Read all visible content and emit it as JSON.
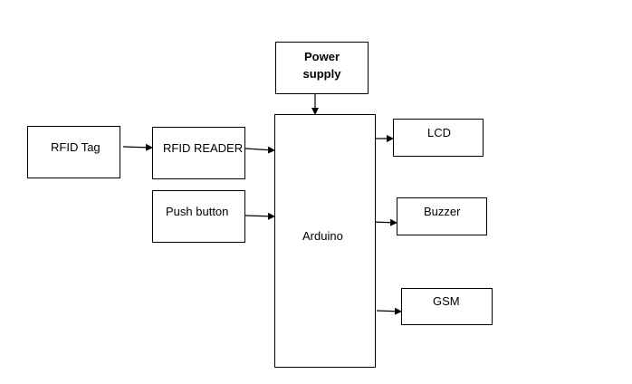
{
  "blocks": {
    "power_supply": "Power\nsupply",
    "rfid_tag": "RFID Tag",
    "rfid_reader": "RFID READER",
    "push_button": "Push button",
    "arduino": "Arduino",
    "lcd": "LCD",
    "buzzer": "Buzzer",
    "gsm": "GSM"
  },
  "connections": [
    {
      "from": "rfid_tag",
      "to": "rfid_reader"
    },
    {
      "from": "rfid_reader",
      "to": "arduino"
    },
    {
      "from": "push_button",
      "to": "arduino"
    },
    {
      "from": "power_supply",
      "to": "arduino"
    },
    {
      "from": "arduino",
      "to": "lcd"
    },
    {
      "from": "arduino",
      "to": "buzzer"
    },
    {
      "from": "arduino",
      "to": "gsm"
    }
  ],
  "colors": {
    "stroke": "#000000",
    "background": "#ffffff"
  }
}
